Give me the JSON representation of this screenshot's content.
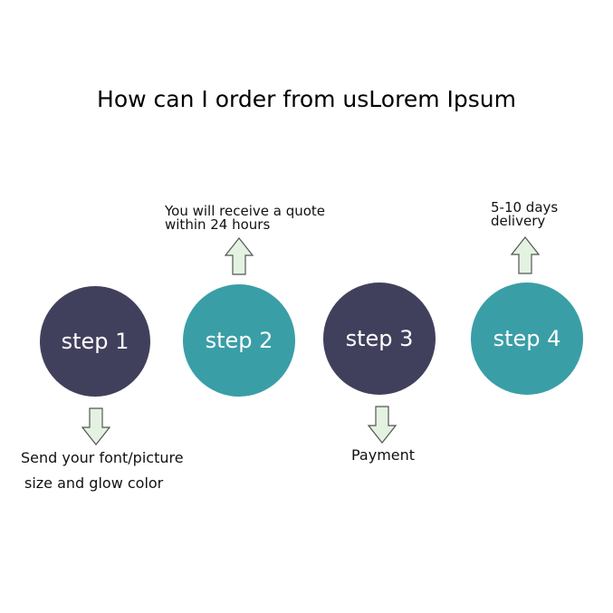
{
  "title": "How can I order from usLorem Ipsum",
  "colors": {
    "dark_circle": "#41405c",
    "teal_circle": "#3a9ea7",
    "arrow_fill": "#e4f3e1",
    "arrow_stroke": "#555555"
  },
  "steps": [
    {
      "label": "step 1",
      "color": "dark"
    },
    {
      "label": "step 2",
      "color": "teal"
    },
    {
      "label": "step 3",
      "color": "dark"
    },
    {
      "label": "step 4",
      "color": "teal"
    }
  ],
  "notes": {
    "step1": {
      "lines": [
        "Send your font/picture",
        "size and glow color"
      ],
      "arrow": "down-arrow-icon"
    },
    "step2": {
      "lines": [
        "You will receive a quote",
        "within 24 hours"
      ],
      "arrow": "up-arrow-icon"
    },
    "step3": {
      "lines": [
        "Payment"
      ],
      "arrow": "down-arrow-icon"
    },
    "step4": {
      "lines": [
        "5-10 days",
        "delivery"
      ],
      "arrow": "up-arrow-icon"
    }
  }
}
